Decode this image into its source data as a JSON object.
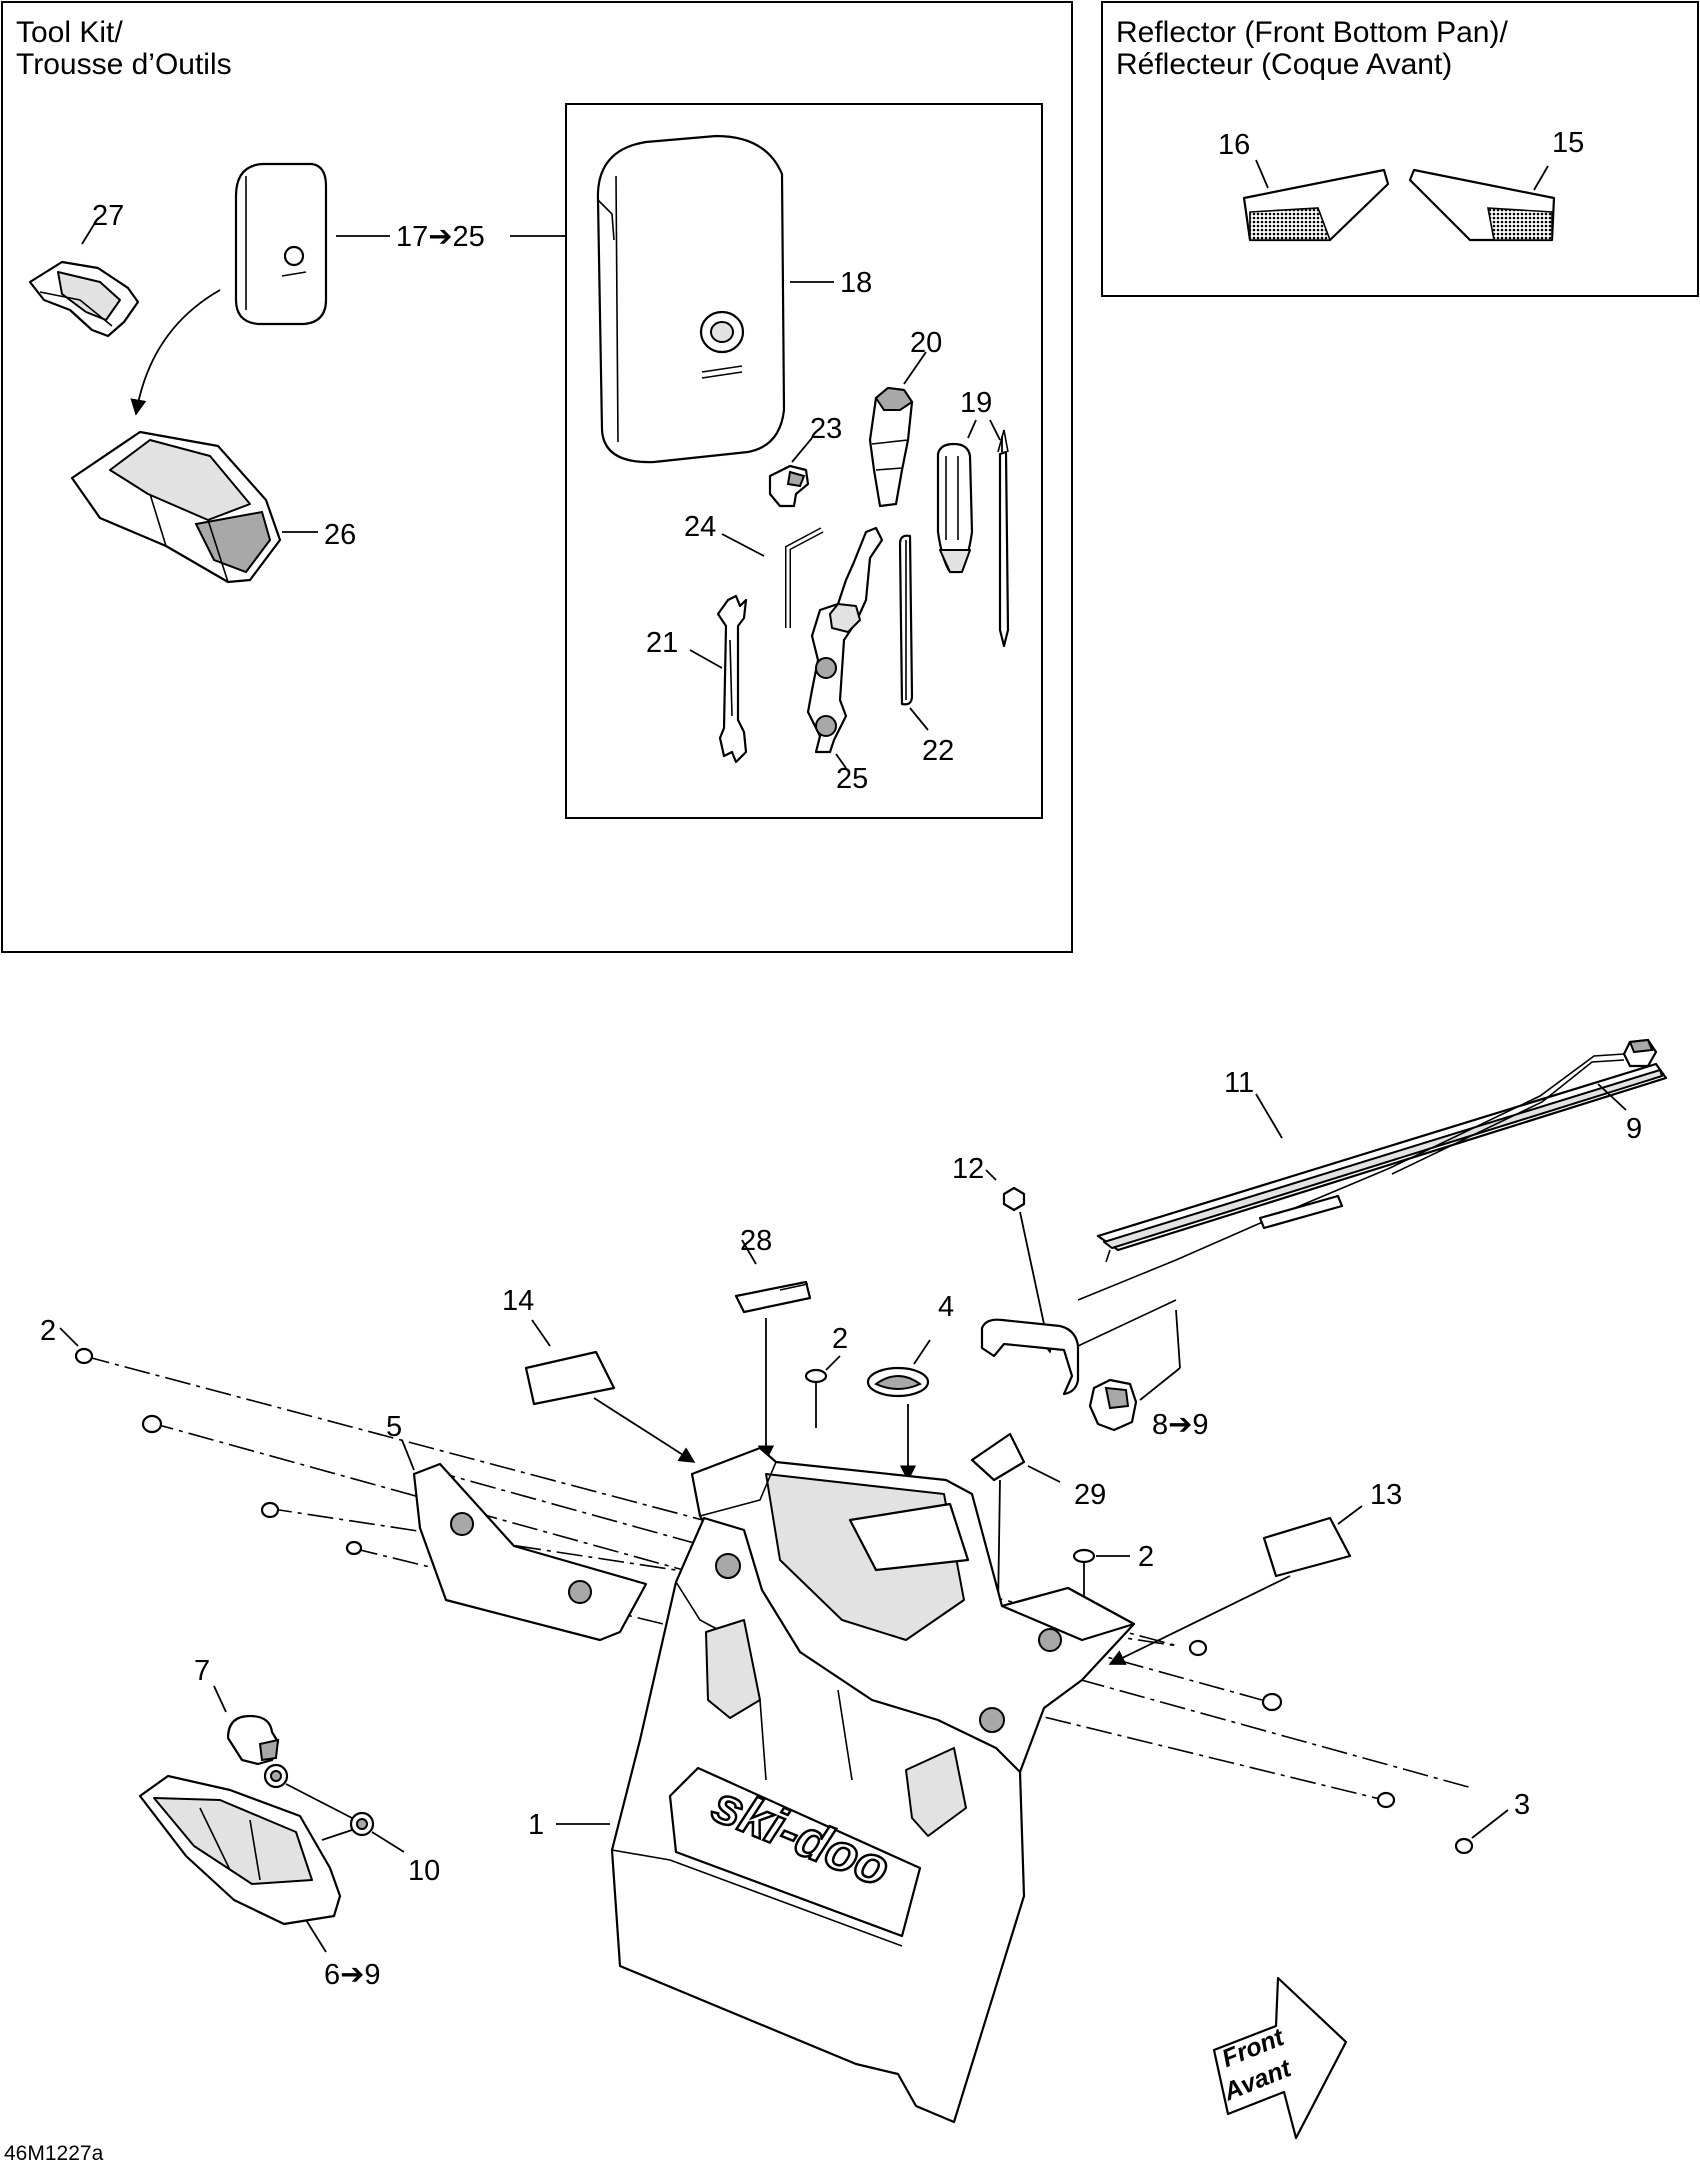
{
  "figure_code": "46M1227a",
  "panels": {
    "tool_kit": {
      "title_line1": "Tool Kit/",
      "title_line2": "Trousse d’Outils"
    },
    "reflector": {
      "title_line1": "Reflector (Front Bottom Pan)/",
      "title_line2": "Réflecteur (Coque Avant)"
    }
  },
  "direction_arrow": {
    "line1": "Front",
    "line2": "Avant"
  },
  "brand_logo": "ski-doo",
  "callouts": {
    "c1": "1",
    "c2a": "2",
    "c2b": "2",
    "c2c": "2",
    "c3": "3",
    "c4": "4",
    "c5": "5",
    "c6_9": "6➔9",
    "c7": "7",
    "c8_9": "8➔9",
    "c9": "9",
    "c10": "10",
    "c11": "11",
    "c12": "12",
    "c13": "13",
    "c14": "14",
    "c15": "15",
    "c16": "16",
    "c17_25": "17➔25",
    "c18": "18",
    "c19": "19",
    "c20": "20",
    "c21": "21",
    "c22": "22",
    "c23": "23",
    "c24": "24",
    "c25": "25",
    "c26": "26",
    "c27": "27",
    "c28": "28",
    "c29": "29"
  }
}
